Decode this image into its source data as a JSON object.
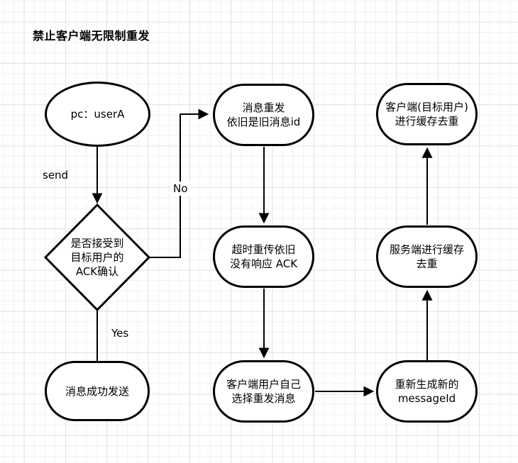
{
  "title": "禁止客户端无限制重发",
  "colors": {
    "background": "#ffffff",
    "grid_minor": "#f1f1f1",
    "grid_major": "#e2e2e2",
    "shape_stroke": "#000000",
    "shape_fill": "#ffffff",
    "text": "#000000"
  },
  "nodes": {
    "pc_user": {
      "label": "pc：userA",
      "shape": "ellipse"
    },
    "ack_decision": {
      "label": "是否接受到\n目标用户的\nACK确认",
      "shape": "diamond"
    },
    "send_success": {
      "label": "消息成功发送",
      "shape": "stadium"
    },
    "resend_same_id": {
      "label": "消息重发\n依旧是旧消息id",
      "shape": "stadium"
    },
    "timeout_no_ack": {
      "label": "超时重传依旧\n没有响应 ACK",
      "shape": "stadium"
    },
    "user_resend": {
      "label": "客户端用户自己\n选择重发消息",
      "shape": "stadium"
    },
    "regen_message_id": {
      "label": "重新生成新的\nmessageId",
      "shape": "stadium"
    },
    "server_dedup": {
      "label": "服务端进行缓存\n去重",
      "shape": "stadium"
    },
    "client_dedup": {
      "label": "客户端(目标用户)\n进行缓存去重",
      "shape": "stadium"
    }
  },
  "edge_labels": {
    "send": "send",
    "yes": "Yes",
    "no": "No"
  }
}
